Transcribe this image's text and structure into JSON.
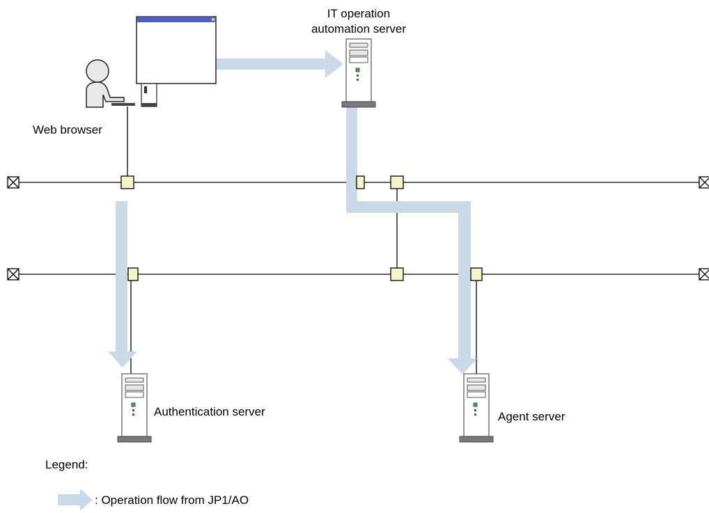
{
  "labels": {
    "it_server_line1": "IT operation",
    "it_server_line2": "automation server",
    "web_browser": "Web browser",
    "authentication_server": "Authentication server",
    "agent_server": "Agent server"
  },
  "legend": {
    "title": "Legend:",
    "flow_description": ": Operation flow from JP1/AO"
  },
  "colors": {
    "flow_arrow": "#c9d9e8",
    "network_node": "#f5f3c8",
    "browser_titlebar": "#4a5fcf",
    "server_base": "#7a7a7a"
  }
}
